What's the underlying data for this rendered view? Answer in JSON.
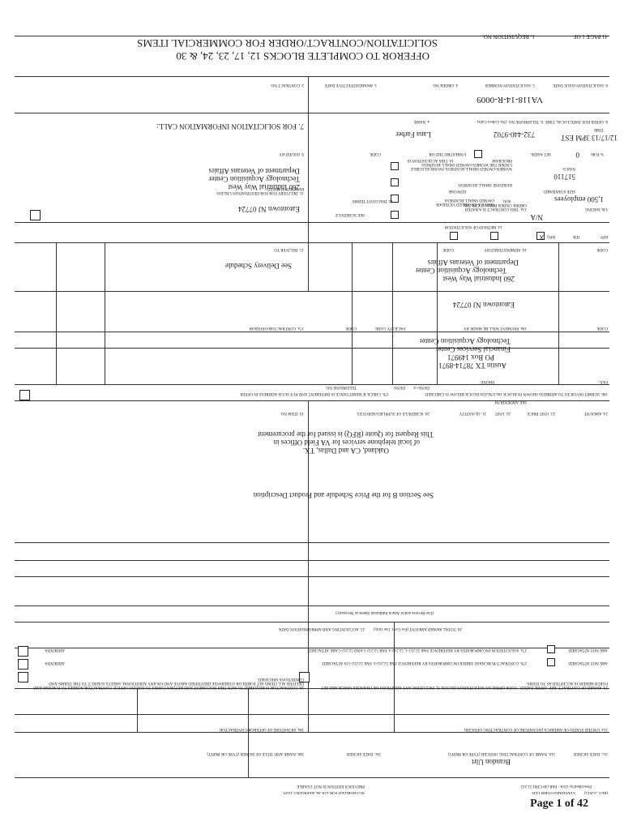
{
  "header": {
    "block1_label": "1. REQUISITION NO.",
    "block2_label": "41  PAGE 1 OF",
    "title_line1": "SOLICITATION/CONTRACT/ORDER FOR COMMERCIAL ITEMS",
    "title_line2": "OFFEROR TO COMPLETE BLOCKS 12, 17, 23, 24, & 30"
  },
  "blocks": {
    "contract_no_label": "2. CONTRACT NO.",
    "award_date_label": "3. AWARD/EFFECTIVE DATE",
    "order_no_label": "4. ORDER NO.",
    "solicitation_no_label": "5. SOLICITATION NUMBER",
    "issue_date_label": "6. SOLICITATION ISSUE DATE",
    "solicitation_no": "VA118-14-R-0009",
    "info_call_label": "7. FOR SOLICITATION INFORMATION CALL:",
    "name_label": "a. NAME",
    "name_value": "Lana Farber",
    "phone_label": "b. TELEPHONE NO. (No Collect Calls)",
    "phone_value": "732-440-9702",
    "due_label": "8. OFFER DUE DATE/LOCAL TIME",
    "due_value": "12/17/13 3PM EST",
    "time_label": "TIME",
    "issued_by_label": "9. ISSUED BY",
    "code_label": "CODE",
    "issuer": [
      "Department of Veterans Affairs",
      "Technology Acquisition Center",
      "260 Industrial Way West",
      "Eatontown NJ 07724"
    ],
    "acq_label": "10. THIS ACQUISITION IS",
    "unrestricted_label": "UNRESTRICTED OR",
    "set_aside_label": "SET ASIDE:",
    "for_label": "% FOR:",
    "pct_value": "0",
    "small_business": "SMALL BUSINESS",
    "hubzone": "HUBZONE SMALL BUSINESS",
    "sdvosb": "SERVICE-DISABLED VETERAN-OWNED SMALL BUSINESS",
    "wosb": "WOMEN-OWNED SMALL BUSINESS (WOSB) ELIGIBLE UNDER THE WOMEN-OWNED SMALL BUSINESS PROGRAM",
    "edwosb": "EDWOSB",
    "eight_a": "8(A)",
    "naics_label": "NAICS:",
    "naics_value": "517110",
    "size_std_label": "SIZE STANDARD:",
    "size_std_value": "1,500 employees",
    "discount_label": "11. DELIVERY FOR FOB DESTINATION UNLESS BLOCK IS MARKED",
    "see_schedule": "SEE SCHEDULE",
    "terms_label": "12. DISCOUNT TERMS",
    "rated_label": "13a. THIS CONTRACT IS A RATED ORDER UNDER DPAS (15 CFR 700)",
    "rating_label": "13b. RATING",
    "rating_value": "N/A",
    "method_label": "14. METHOD OF SOLICITATION",
    "rfq": "RFQ",
    "ifb": "IFB",
    "rfp": "RFP",
    "deliver_to_label": "15. DELIVER TO",
    "deliver_to_value": "See Delivery Schedule",
    "administered_label": "16. ADMINISTERED BY",
    "admin": [
      "Department of Veterans Affairs",
      "Technology Acquisition Center",
      "260 Industrial Way West",
      "Eatontown NJ 07724"
    ],
    "contractor_label": "17a. CONTRACTOR/OFFEROR",
    "facility_label": "FACILITY CODE",
    "payment_label": "18a. PAYMENT WILL BE MADE BY",
    "payment": [
      "Technology Acquisition Center",
      "Financial Services Center",
      "PO Box 149971",
      "Austin TX 78714-8971"
    ],
    "telephone_label": "TELEPHONE NO.",
    "duns_label": "DUNS:",
    "duns4_label": "DUNS+4:",
    "phone2_label": "PHONE:",
    "fax_label": "FAX:",
    "remit_label": "17b. CHECK IF REMITTANCE IS DIFFERENT AND PUT SUCH ADDRESS IN OFFER",
    "invoice_label": "18b. SUBMIT INVOICES TO ADDRESS SHOWN IN BLOCK 18a UNLESS BLOCK BELOW IS CHECKED",
    "see_addendum": "SEE ADDENDUM"
  },
  "schedule": {
    "col_item": "19. ITEM NO.",
    "col_supplies": "20. SCHEDULE OF SUPPLIES/SERVICES",
    "col_qty": "21. QUANTITY",
    "col_unit": "22. UNIT",
    "col_price": "23. UNIT PRICE",
    "col_amount": "24. AMOUNT",
    "desc_lines": [
      "This Request for Quote (RFQ) is issued for the procurement",
      "of local telephone services for VA Field Offices in",
      "Oakland, CA and Dallas, TX."
    ],
    "section_b": "See Section B for the Price Schedule and Product Description",
    "reverse_note": "(Use Reverse and/or Attach Additional Sheets as Necessary)"
  },
  "footer_blocks": {
    "accounting_label": "25. ACCOUNTING AND APPROPRIATION DATA",
    "total_label": "26. TOTAL AWARD AMOUNT (For Govt. Use Only)",
    "b27a": "27a. SOLICITATION INCORPORATES BY REFERENCE FAR 52.212-1, 52.212-4. FAR 52.212-3 AND 52.212-5 ARE ATTACHED.",
    "b27b": "27b. CONTRACT/PURCHASE ORDER INCORPORATES BY REFERENCE FAR 52.212-4. FAR 52.212-5 IS ATTACHED.",
    "addenda": "ADDENDA",
    "are": "ARE",
    "are_not": "ARE NOT ATTACHED.",
    "b28": "28. CONTRACTOR IS REQUIRED TO SIGN THIS DOCUMENT AND RETURN COPIES TO ISSUING OFFICE. CONTRACTOR AGREES TO FURNISH AND DELIVER ALL ITEMS SET FORTH OR OTHERWISE IDENTIFIED ABOVE AND ON ANY ADDITIONAL SHEETS SUBJECT TO THE TERMS AND CONDITIONS SPECIFIED.",
    "b29": "29. AWARD OF CONTRACT: REF. OFFER DATED . YOUR OFFER ON SOLICITATION (BLOCK 5), INCLUDING ANY ADDITIONS OR CHANGES WHICH ARE SET FORTH HEREIN IS ACCEPTED AS TO ITEMS:",
    "b30a": "30a. SIGNATURE OF OFFEROR/CONTRACTOR",
    "b31a": "31a. UNITED STATES OF AMERICA (SIGNATURE OF CONTRACTING OFFICER)",
    "b30b": "30b. NAME AND TITLE OF SIGNER (TYPE OR PRINT)",
    "b30c": "30c. DATE SIGNED",
    "b31b": "31b. NAME OF CONTRACTING OFFICER (TYPE OR PRINT)",
    "b31b_value": "Brandon Ulrt",
    "b31c": "31c. DATE SIGNED",
    "authorized": "AUTHORIZED FOR LOCAL REPRODUCTION",
    "previous": "PREVIOUS EDITION IS NOT USABLE",
    "std_form": "STANDARD FORM 1449",
    "rev": "(REV. 2/2012)",
    "prescribed": "Prescribed by GSA - FAR (48 CFR) 53.212"
  },
  "page_number": "Page 1 of 42"
}
